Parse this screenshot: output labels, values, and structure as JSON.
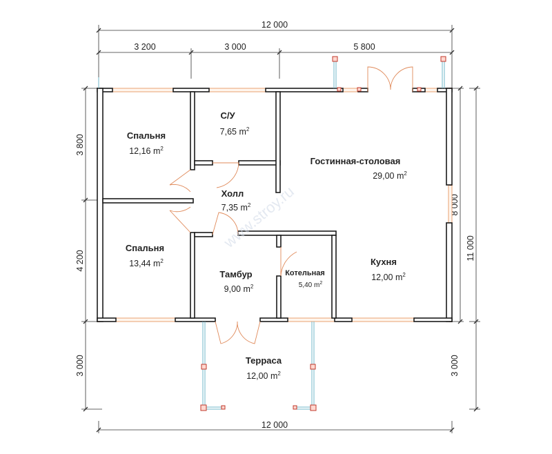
{
  "dimensions": {
    "top_total": "12 000",
    "top_segments": [
      "3 200",
      "3 000",
      "5 800"
    ],
    "bottom_total": "12 000",
    "left_segments": [
      "3 800",
      "4 200",
      "3 000"
    ],
    "right_inner": "8 000",
    "right_total": "11 000",
    "right_lower": "3 000"
  },
  "rooms": {
    "bedroom_top": {
      "name": "Спальня",
      "area": "12,16 m"
    },
    "bathroom": {
      "name": "С/У",
      "area": "7,65 m"
    },
    "living": {
      "name": "Гостинная-столовая",
      "area": "29,00 m"
    },
    "hall": {
      "name": "Холл",
      "area": "7,35 m"
    },
    "bedroom_bottom": {
      "name": "Спальня",
      "area": "13,44 m"
    },
    "vestibule": {
      "name": "Тамбур",
      "area": "9,00 m"
    },
    "boiler": {
      "name": "Котельная",
      "area": "5,40 m"
    },
    "kitchen": {
      "name": "Кухня",
      "area": "12,00 m"
    },
    "terrace": {
      "name": "Терраса",
      "area": "12,00 m"
    }
  },
  "area_unit_exponent": "2",
  "watermark": "www.stroy.ru",
  "colors": {
    "wall": "#1a1a1a",
    "window": "#e8a070",
    "window_post": "#b8502a",
    "railing": "#6fb7c9",
    "dimension_line": "#333333"
  }
}
